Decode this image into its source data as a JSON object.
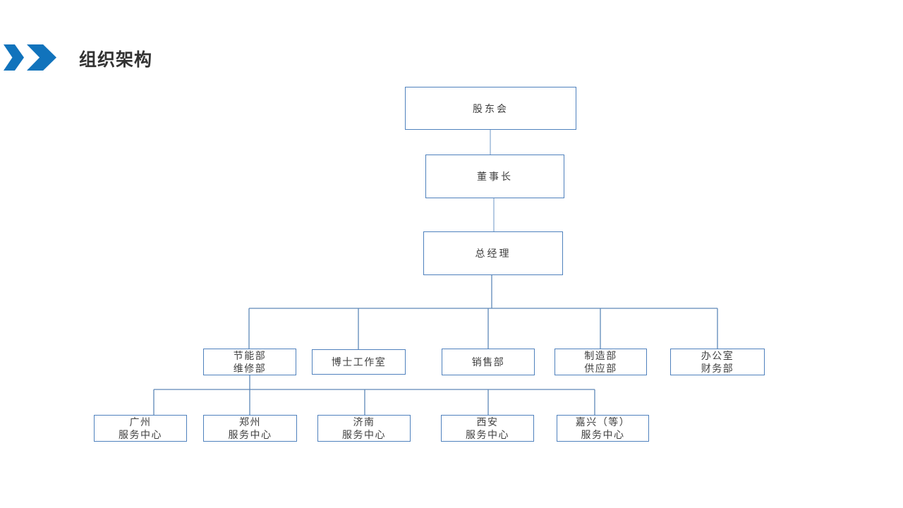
{
  "slide": {
    "title": "组织架构",
    "accent_color": "#1173bc",
    "box_border_color": "#4f81bd",
    "connector_color": "#6f96c2",
    "background_color": "#ffffff"
  },
  "chart": {
    "type": "org-chart",
    "nodes": {
      "shareholders": {
        "label": "股东会"
      },
      "chairman": {
        "label": "董事长"
      },
      "general_manager": {
        "label": "总经理"
      },
      "dept_energy": {
        "line1": "节能部",
        "line2": "维修部"
      },
      "dept_doctor": {
        "label": "博士工作室"
      },
      "dept_sales": {
        "label": "销售部"
      },
      "dept_manufacture": {
        "line1": "制造部",
        "line2": "供应部"
      },
      "dept_office": {
        "line1": "办公室",
        "line2": "财务部"
      },
      "sc_guangzhou": {
        "line1": "广州",
        "line2": "服务中心"
      },
      "sc_zhengzhou": {
        "line1": "郑州",
        "line2": "服务中心"
      },
      "sc_jinan": {
        "line1": "济南",
        "line2": "服务中心"
      },
      "sc_xian": {
        "line1": "西安",
        "line2": "服务中心"
      },
      "sc_jiaxing": {
        "line1": "嘉兴（等）",
        "line2": "服务中心"
      }
    },
    "edges": [
      [
        "shareholders",
        "chairman"
      ],
      [
        "chairman",
        "general_manager"
      ],
      [
        "general_manager",
        "dept_energy"
      ],
      [
        "general_manager",
        "dept_doctor"
      ],
      [
        "general_manager",
        "dept_sales"
      ],
      [
        "general_manager",
        "dept_manufacture"
      ],
      [
        "general_manager",
        "dept_office"
      ],
      [
        "dept_energy",
        "sc_guangzhou"
      ],
      [
        "dept_energy",
        "sc_zhengzhou"
      ],
      [
        "dept_energy",
        "sc_jinan"
      ],
      [
        "dept_energy",
        "sc_xian"
      ],
      [
        "dept_energy",
        "sc_jiaxing"
      ]
    ]
  }
}
